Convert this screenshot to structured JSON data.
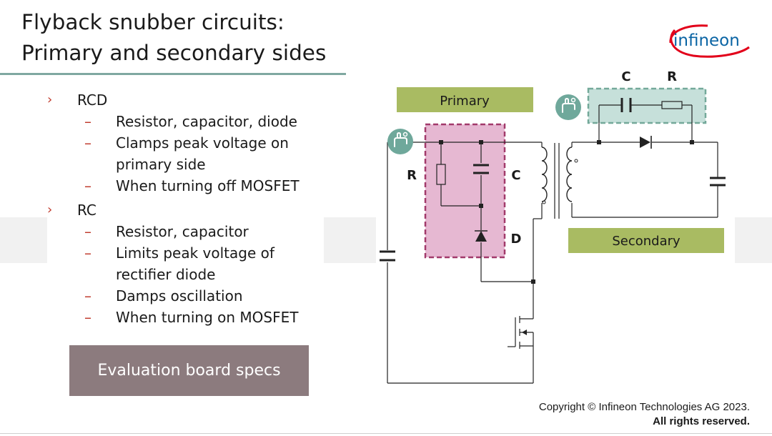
{
  "slide": {
    "title_line1": "Flyback snubber circuits:",
    "title_line2": "Primary and secondary sides"
  },
  "logo": {
    "text": "infineon",
    "color": "#0a64a4",
    "swoosh_color": "#e2001a"
  },
  "bullets": [
    {
      "label": "RCD",
      "items": [
        "Resistor, capacitor, diode",
        "Clamps peak voltage on",
        "primary side",
        "When turning off MOSFET"
      ]
    },
    {
      "label": "RC",
      "items": [
        "Resistor, capacitor",
        "Limits peak voltage of",
        "rectifier diode",
        "Damps oscillation",
        "When turning on MOSFET"
      ]
    }
  ],
  "button": {
    "label": "Evaluation board specs"
  },
  "diagram": {
    "primary_label": "Primary",
    "secondary_label": "Secondary",
    "rcd_labels": {
      "r": "R",
      "c": "C",
      "d": "D"
    },
    "rc_labels": {
      "c": "C",
      "r": "R"
    },
    "colors": {
      "label_box": "#a9bb62",
      "rcd_fill": "#e6b8d2",
      "rcd_border": "#a23a6b",
      "rc_fill": "#c6e0da",
      "rc_border": "#74a99a",
      "touch_icon": "#6fa89b"
    }
  },
  "copyright": {
    "line1": "Copyright © Infineon Technologies AG 2023.",
    "line2": "All rights reserved."
  }
}
